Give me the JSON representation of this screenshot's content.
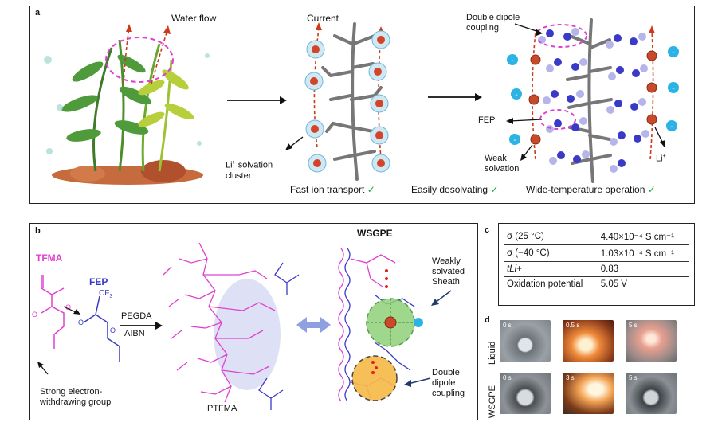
{
  "panel_a": {
    "label": "a",
    "water_flow": "Water flow",
    "current": "Current",
    "li_solvation_cluster": [
      "Li",
      "+",
      " solvation",
      "cluster"
    ],
    "double_dipole": [
      "Double dipole",
      "coupling"
    ],
    "fep": "FEP",
    "weak_solvation": [
      "Weak",
      "solvation"
    ],
    "li_plus": [
      "Li",
      "+"
    ],
    "features": [
      "Fast ion transport",
      "Easily desolvating",
      "Wide-temperature operation"
    ]
  },
  "panel_b": {
    "label": "b",
    "tfma": "TFMA",
    "fep": "FEP",
    "pegda": "PEGDA",
    "aibn": "AIBN",
    "ptfma": "PTFMA",
    "wsgpe": "WSGPE",
    "strong_group": [
      "Strong electron-",
      "withdrawing group"
    ],
    "weakly_solvated": [
      "Weakly",
      "solvated",
      "Sheath"
    ],
    "double_dipole": [
      "Double",
      "dipole",
      "coupling"
    ],
    "cf3": "CF",
    "three": "3"
  },
  "panel_c": {
    "label": "c",
    "rows": [
      {
        "name": "σ (25 °C)",
        "value": "4.40×10⁻⁴ S cm⁻¹"
      },
      {
        "name": "σ (−40 °C)",
        "value": "1.03×10⁻⁴ S cm⁻¹"
      },
      {
        "name": "tLi+",
        "value": "0.83"
      },
      {
        "name": "Oxidation potential",
        "value": "5.05 V"
      }
    ]
  },
  "panel_d": {
    "label": "d",
    "row_labels": [
      "Liquid",
      "WSGPE"
    ],
    "liquid_times": [
      "0 s",
      "0.5 s",
      "5 s"
    ],
    "wsgpe_times": [
      "0 s",
      "3 s",
      "5 s"
    ]
  },
  "colors": {
    "magenta": "#e040d0",
    "blue": "#3a3ac8",
    "red_dash": "#cc3a1a",
    "green_check": "#1fa84a",
    "cyan_ion": "#2bb3e6"
  }
}
